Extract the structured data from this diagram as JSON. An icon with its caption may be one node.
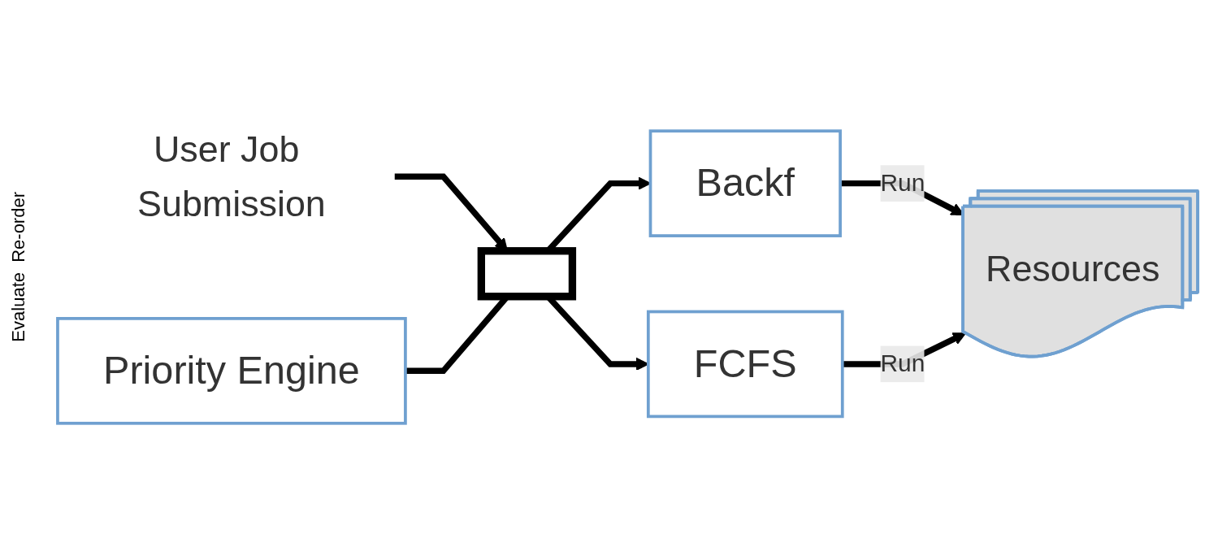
{
  "diagram": {
    "nodes": [
      {
        "text": [
          "Priority Engine"
        ]
      },
      {
        "text": [
          "User Job Submission"
        ]
      },
      {
        "text": [],
        "shape": "bar"
      },
      {
        "text": [
          "FCFS"
        ]
      },
      {
        "text": [
          "Backf"
        ]
      },
      {
        "text": [
          "Resources"
        ]
      }
    ],
    "edges": [
      {
        "from": 1,
        "to": 2,
        "arrow": "to"
      },
      {
        "from": 0,
        "to": 2,
        "arrow": "none"
      },
      {
        "from": 2,
        "to": 3,
        "arrow": "to"
      },
      {
        "from": 2,
        "to": 4,
        "arrow": "to"
      },
      {
        "from": 4,
        "to": 5,
        "arrow": "to",
        "label": "Run"
      },
      {
        "from": 3,
        "to": 5,
        "arrow": "to",
        "label": "Run"
      }
    ],
    "labels": [
      "Re-order",
      "Evaluate"
    ]
  }
}
